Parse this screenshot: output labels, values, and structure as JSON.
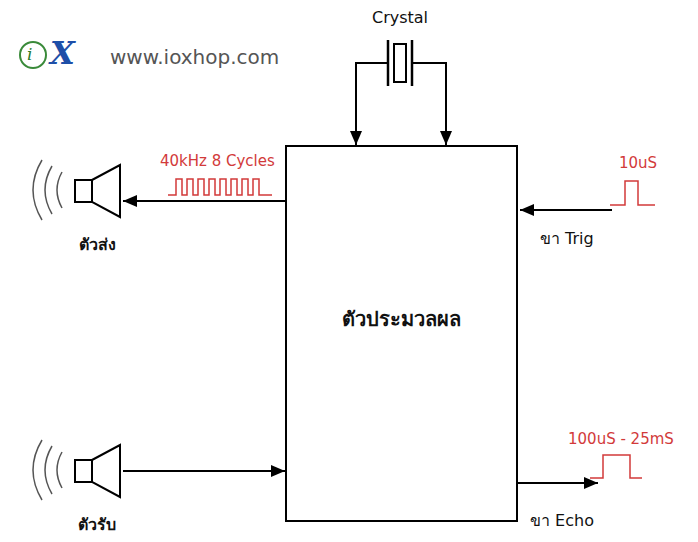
{
  "diagram": {
    "nodes": [
      {
        "text": [
          "Crystal"
        ]
      },
      {
        "text": [
          "ตัวส่ง"
        ]
      },
      {
        "text": [
          "ตัวประมวลผล"
        ]
      },
      {
        "text": [
          "ตัวรับ"
        ]
      }
    ],
    "edges": [
      {
        "from": 0,
        "to": 2,
        "arrow": "to"
      },
      {
        "from": 0,
        "to": 2,
        "arrow": "to"
      },
      {
        "from": 2,
        "to": 1,
        "label": "40kHz 8 Cycles",
        "arrow": "to"
      },
      {
        "from": 3,
        "to": 2,
        "arrow": "to"
      }
    ],
    "labels": [
      "i",
      "X",
      "www.ioxhop.com",
      "10uS",
      "ขา Trig",
      "100uS - 25mS",
      "ขา Echo"
    ]
  }
}
